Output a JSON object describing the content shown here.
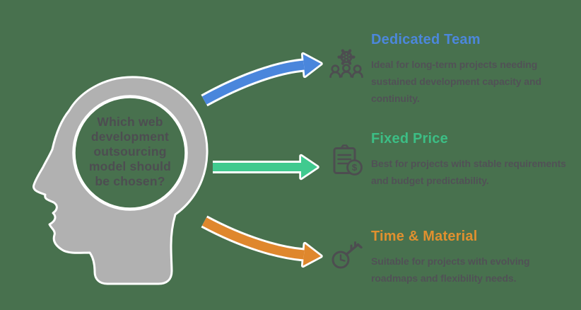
{
  "background_color": "#48714E",
  "head": {
    "question_lines": [
      "Which web",
      "development",
      "outsourcing",
      "model should",
      "be chosen?"
    ],
    "question": "Which web development outsourcing model should be chosen?",
    "silhouette_color": "#B1B1B1",
    "outline_color": "#FFFFFF",
    "text_color": "#4D4D51"
  },
  "options": [
    {
      "title": "Dedicated Team",
      "title_color": "#4C87DB",
      "description": "Ideal for long-term projects needing sustained development capacity and continuity.",
      "icon": "team-gear-icon",
      "arrow_color": "#4A86DC",
      "arrow_direction": "curved-up-right"
    },
    {
      "title": "Fixed Price",
      "title_color": "#3CBE85",
      "description": "Best for projects with stable requirements and budget predictability.",
      "icon": "invoice-dollar-icon",
      "currency_symbol": "$",
      "arrow_color": "#40CA8F",
      "arrow_direction": "straight-right"
    },
    {
      "title": "Time & Material",
      "title_color": "#E0902F",
      "description": "Suitable for projects with evolving roadmaps and flexibility needs.",
      "icon": "key-clock-icon",
      "arrow_color": "#DF872D",
      "arrow_direction": "curved-down-right"
    }
  ],
  "body_text_color": "#515156",
  "icon_color": "#4D4D50"
}
